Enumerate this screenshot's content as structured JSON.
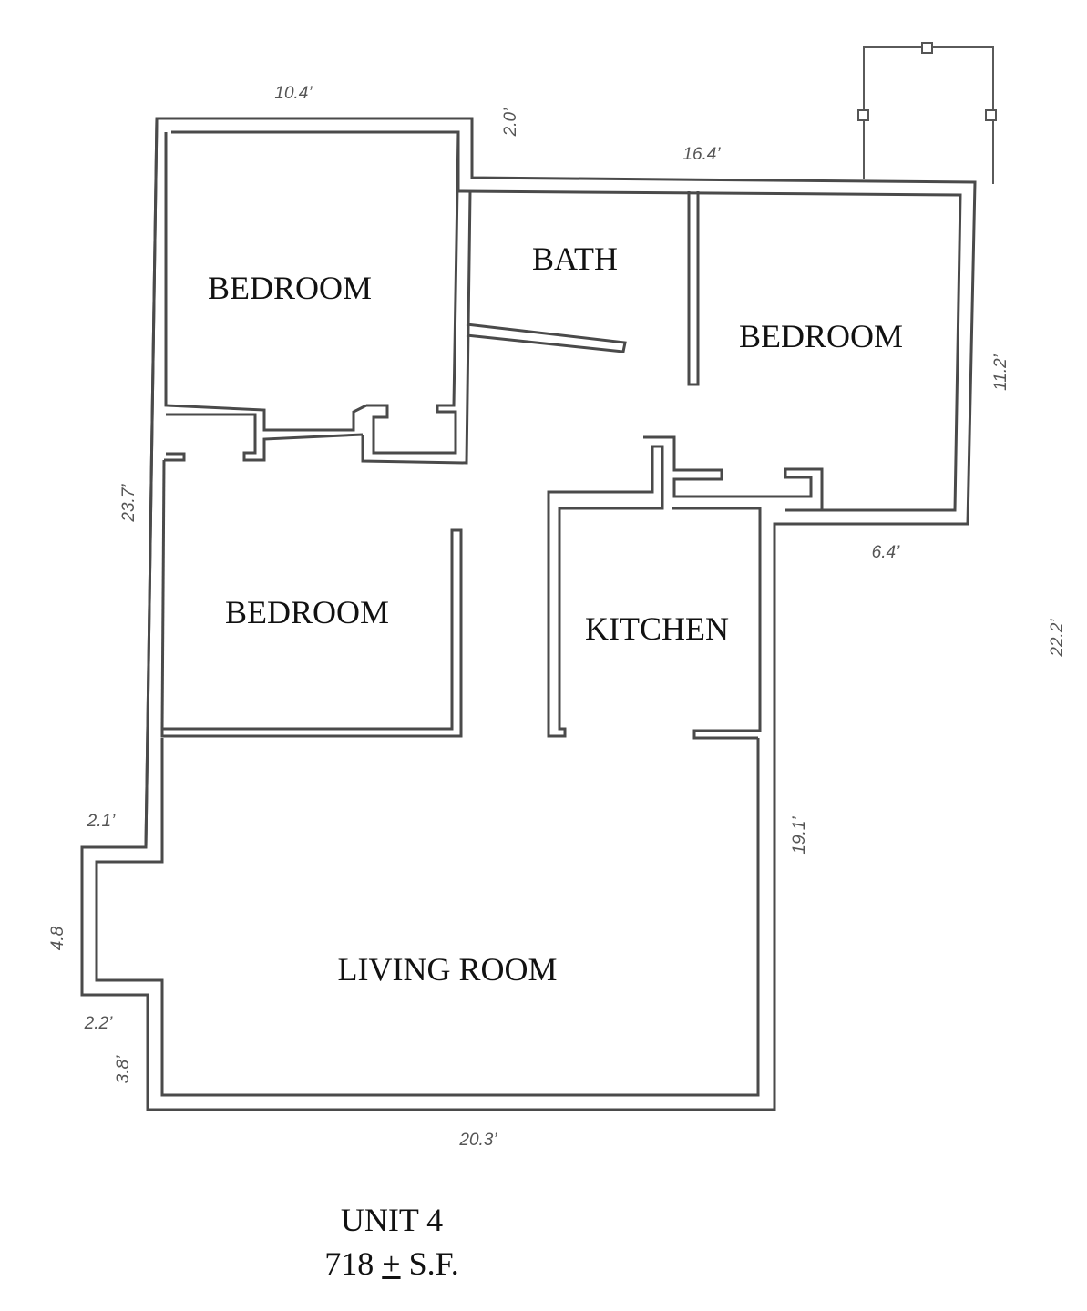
{
  "rooms": {
    "bedroom_1": "BEDROOM",
    "bath": "BATH",
    "bedroom_2": "BEDROOM",
    "bedroom_3": "BEDROOM",
    "kitchen": "KITCHEN",
    "living_room": "LIVING ROOM"
  },
  "dimensions": {
    "top_left": "10.4’",
    "step": "2.0’",
    "top_right": "16.4’",
    "right_upper": "11.2’",
    "right_notch": "6.4’",
    "right_total": "22.2’",
    "left_upper": "23.7’",
    "bump_top": "2.1’",
    "bump_side": "4.8",
    "bump_bottom": "2.2’",
    "left_lower": "3.8’",
    "right_lower": "19.1’",
    "bottom": "20.3’"
  },
  "caption": {
    "unit": "UNIT 4",
    "area_number": "718",
    "area_symbol": "+",
    "area_unit": "S.F."
  }
}
